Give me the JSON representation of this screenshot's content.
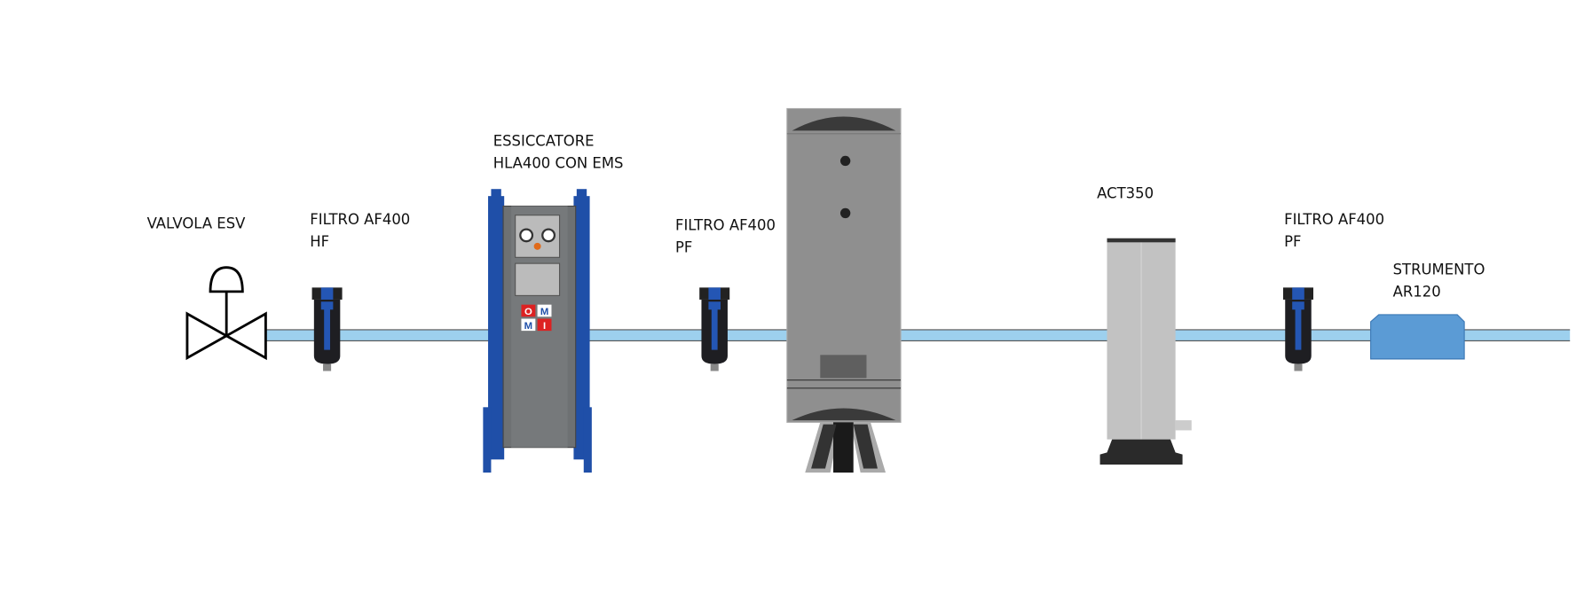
{
  "labels": {
    "valve": {
      "line1": "VALVOLA ESV"
    },
    "filter1": {
      "line1": "FILTRO AF400",
      "line2": "HF"
    },
    "dryer": {
      "line1": "ESSICCATORE",
      "line2": "HLA400 CON EMS"
    },
    "filter2": {
      "line1": "FILTRO AF400",
      "line2": "PF"
    },
    "act": {
      "line1": "ACT350"
    },
    "filter3": {
      "line1": "FILTRO AF400",
      "line2": "PF"
    },
    "instrument": {
      "line1": "STRUMENTO",
      "line2": "AR120"
    }
  },
  "logo": {
    "letters": [
      "O",
      "M",
      "M",
      "I"
    ]
  },
  "colors": {
    "pipe": "#9dd0ee",
    "filter_blue": "#2456b4",
    "dryer_blue": "#1f4fa8",
    "instrument": "#5b9bd5",
    "tank": "#8f8f8f"
  }
}
